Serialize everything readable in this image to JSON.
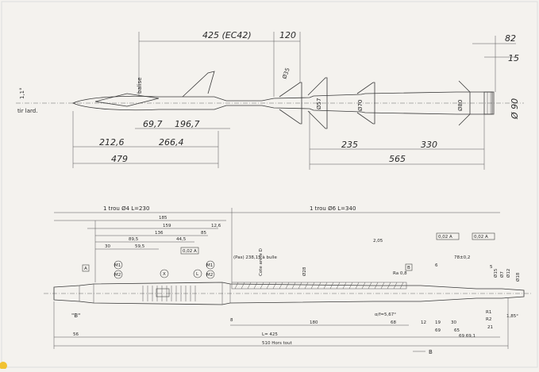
{
  "colors": {
    "paper": "#f4f2ee",
    "ink": "#3a3a3a",
    "stain": "#f1c232"
  },
  "top_view": {
    "dims": {
      "d425": "425 (EC42)",
      "d120": "120",
      "d82": "82",
      "d15": "15",
      "d1_1": "1,1°",
      "tir": "tir lard.",
      "d69_7": "69,7",
      "d196_7": "196,7",
      "d212_6": "212,6",
      "d266_4": "266,4",
      "d479": "479",
      "d235": "235",
      "d330": "330",
      "d565": "565",
      "phi35": "Ø35",
      "phi57": "Ø57",
      "phi70": "Ø70",
      "phi80": "Ø80",
      "phi90": "Ø 90",
      "balise": "balise"
    }
  },
  "bottom_view": {
    "labels": {
      "trou4": "1 trou Ø4  L=230",
      "trou6": "1 trou Ø6  L=340",
      "d185": "185",
      "d159": "159",
      "d136": "136",
      "d85": "85",
      "d12_6": "12,6",
      "d89_5": "89,5",
      "d44_5": "44,5",
      "d30": "30",
      "d59_5": "59,5",
      "d2_05": "2,05",
      "d78": "78±0,2",
      "d6": "6",
      "d5": "5",
      "tol1": "0,02 A",
      "tol2": "0,02 A",
      "tol3": "0,02 A",
      "pas": "(Pas) 238,15 à bulle",
      "cote": "Cote arête D",
      "sec1": "Ø28",
      "ra": "Ra 0,8",
      "angle": "α/f=5,67°",
      "d180": "180",
      "d68": "68",
      "l425": "L= 425",
      "d56": "56",
      "d510": "510 Hors tout",
      "d12": "12",
      "d19": "19",
      "d30b": "30",
      "d69": "69",
      "d65": "65",
      "d21": "21",
      "d69_8": "69 69,1",
      "r1": "R1",
      "r2": "R2",
      "angle2": "1,85°",
      "d8": "8",
      "m1": "M1",
      "m2": "M2",
      "l": "L",
      "letter_a": "A",
      "letter_b": "B",
      "b_quote": "\"B\"",
      "phi18": "Ø18",
      "phi12": "Ø12",
      "phi7": "Ø7",
      "phi15": "Ø15",
      "x": "X"
    }
  }
}
